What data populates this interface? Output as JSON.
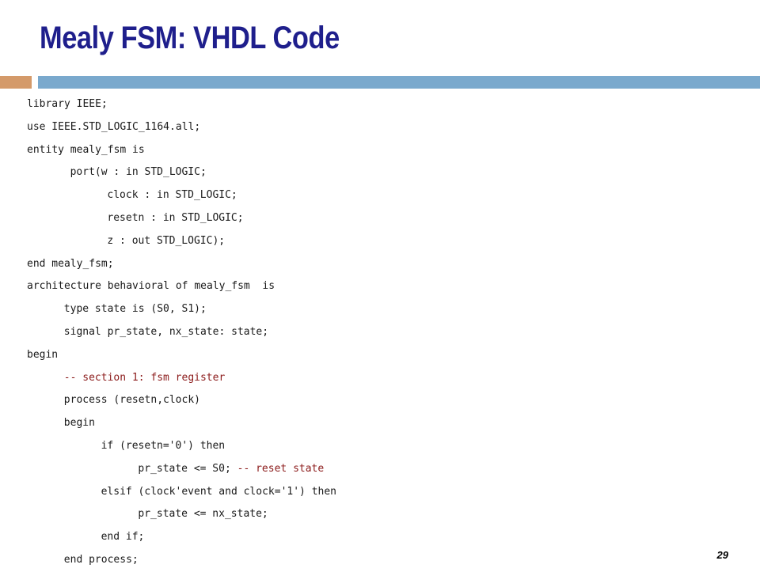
{
  "slide": {
    "title": "Mealy FSM: VHDL Code",
    "page_number": "29"
  },
  "colors": {
    "title": "#1f1f8c",
    "bar_left": "#d49a6a",
    "bar_right": "#7aa9cd",
    "comment": "#8b1a1a"
  },
  "code_lines": [
    {
      "indent": 0,
      "text": "library IEEE;"
    },
    {
      "indent": 0,
      "text": "use IEEE.STD_LOGIC_1164.all;"
    },
    {
      "indent": 0,
      "text": "entity mealy_fsm is"
    },
    {
      "indent": 7,
      "text": "port(w : in STD_LOGIC;"
    },
    {
      "indent": 13,
      "text": "clock : in STD_LOGIC;"
    },
    {
      "indent": 13,
      "text": "resetn : in STD_LOGIC;"
    },
    {
      "indent": 13,
      "text": "z : out STD_LOGIC);"
    },
    {
      "indent": 0,
      "text": "end mealy_fsm;"
    },
    {
      "indent": 0,
      "text": "architecture behavioral of mealy_fsm  is"
    },
    {
      "indent": 6,
      "text": "type state is (S0, S1);"
    },
    {
      "indent": 6,
      "text": "signal pr_state, nx_state: state;"
    },
    {
      "indent": 0,
      "text": "begin"
    },
    {
      "indent": 6,
      "text": "",
      "comment": "-- section 1: fsm register"
    },
    {
      "indent": 6,
      "text": "process (resetn,clock)"
    },
    {
      "indent": 6,
      "text": "begin"
    },
    {
      "indent": 12,
      "text": "if (resetn='0') then"
    },
    {
      "indent": 18,
      "text": "pr_state <= S0; ",
      "comment": "-- reset state"
    },
    {
      "indent": 12,
      "text": "elsif (clock'event and clock='1') then"
    },
    {
      "indent": 18,
      "text": "pr_state <= nx_state;"
    },
    {
      "indent": 12,
      "text": "end if;"
    },
    {
      "indent": 6,
      "text": "end process;"
    }
  ]
}
